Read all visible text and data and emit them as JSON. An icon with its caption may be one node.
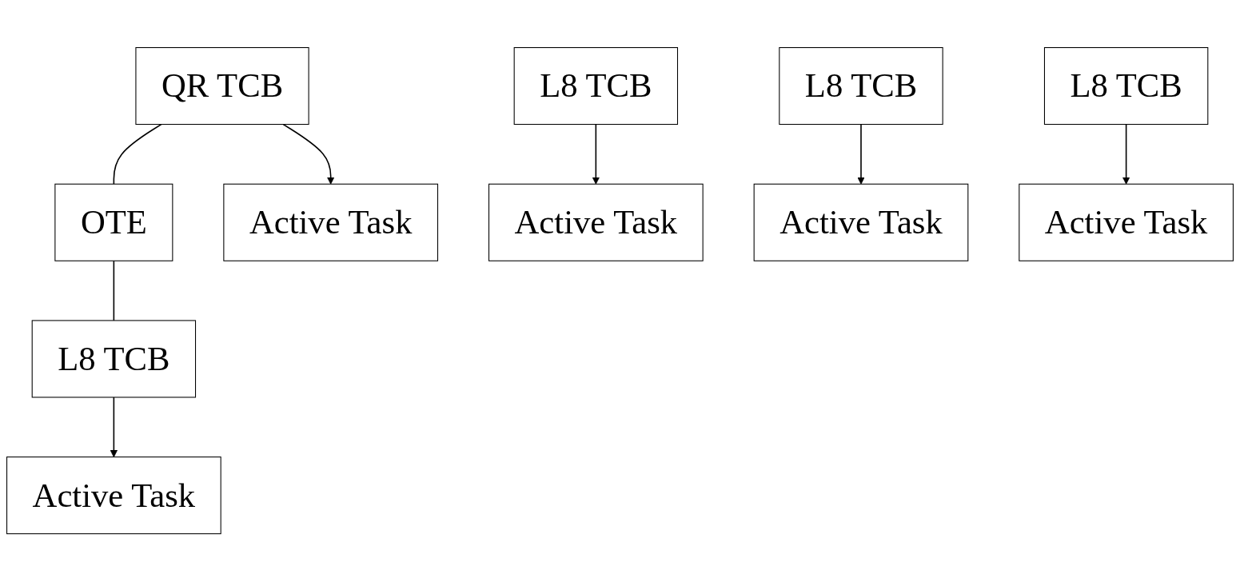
{
  "diagram": {
    "nodes": [
      {
        "text": [
          "QR TCB"
        ]
      },
      {
        "text": [
          "OTE"
        ]
      },
      {
        "text": [
          "Active Task"
        ]
      },
      {
        "text": [
          "L8 TCB"
        ]
      },
      {
        "text": [
          "L8 TCB"
        ]
      },
      {
        "text": [
          "L8 TCB"
        ]
      },
      {
        "text": [
          "L8 TCB"
        ]
      },
      {
        "text": [
          "Active Task"
        ]
      },
      {
        "text": [
          "Active Task"
        ]
      },
      {
        "text": [
          "Active Task"
        ]
      },
      {
        "text": [
          "Active Task"
        ]
      }
    ],
    "edges": [
      {
        "from": 0,
        "to": 1,
        "arrow": "none"
      },
      {
        "from": 0,
        "to": 2,
        "arrow": "to"
      },
      {
        "from": 1,
        "to": 3,
        "arrow": "none"
      },
      {
        "from": 3,
        "to": 7,
        "arrow": "to"
      },
      {
        "from": 4,
        "to": 8,
        "arrow": "to"
      },
      {
        "from": 5,
        "to": 9,
        "arrow": "to"
      },
      {
        "from": 6,
        "to": 10,
        "arrow": "to"
      }
    ]
  }
}
